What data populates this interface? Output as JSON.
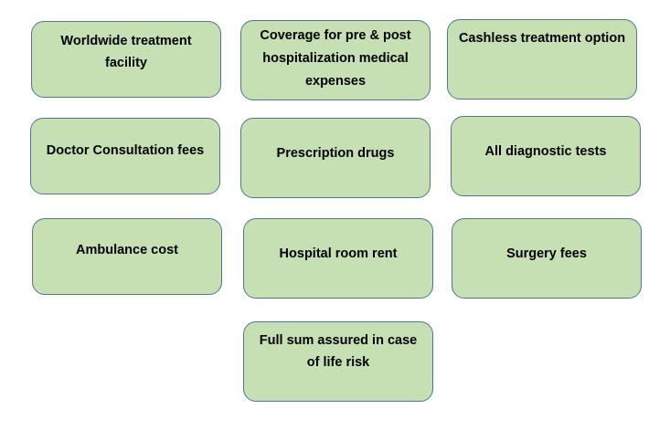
{
  "diagram": {
    "type": "grid-of-boxes",
    "node_fill_color": "#c6e0b4",
    "node_border_color": "#4f7597",
    "nodes": [
      {
        "id": "worldwide-treatment",
        "label": "Worldwide treatment facility"
      },
      {
        "id": "pre-post-hospitalization",
        "label": "Coverage for pre & post hospitalization medical expenses"
      },
      {
        "id": "cashless-treatment",
        "label": "Cashless treatment option"
      },
      {
        "id": "doctor-consultation",
        "label": "Doctor Consultation fees"
      },
      {
        "id": "prescription-drugs",
        "label": "Prescription drugs"
      },
      {
        "id": "diagnostic-tests",
        "label": "All diagnostic tests"
      },
      {
        "id": "ambulance-cost",
        "label": "Ambulance cost"
      },
      {
        "id": "hospital-room-rent",
        "label": "Hospital room rent"
      },
      {
        "id": "surgery-fees",
        "label": "Surgery fees"
      },
      {
        "id": "full-sum-assured",
        "label": "Full sum assured in case of life risk"
      }
    ]
  }
}
